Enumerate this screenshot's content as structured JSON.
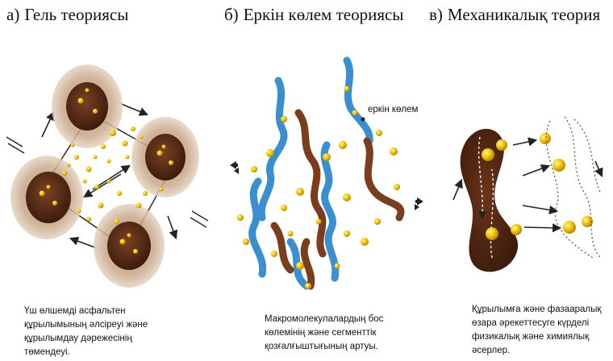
{
  "panels": [
    {
      "letter": "а)",
      "title": "Гель теориясы",
      "caption_lines": [
        "Үш өлшемді асфальтен",
        "құрылымының әлсіреуі және",
        "құрылымдау дәрежесінің",
        "төмендеуі."
      ]
    },
    {
      "letter": "б)",
      "title": "Еркін көлем теориясы",
      "annotation": "еркін көлем",
      "caption_lines": [
        "Макромолекулалардың бос",
        "көлемінің және сегменттік",
        "қозғалғыштығының артуы."
      ]
    },
    {
      "letter": "в)",
      "title": "Механикалық теория",
      "caption_lines": [
        "Құрылымға және фазааралық",
        "өзара әрекеттесуге күрделі",
        "физикалық және химиялық",
        "әсерлер."
      ]
    }
  ],
  "colors": {
    "asphaltene_core": "#5a2d16",
    "asphaltene_halo": "#c9a88a",
    "resin_particle": "#f2c200",
    "blue_chain": "#3a8fd0",
    "brown_chain": "#7a3e1e"
  }
}
